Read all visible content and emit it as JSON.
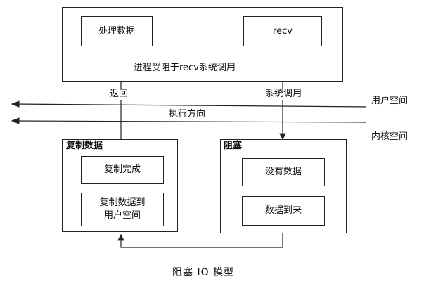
{
  "user_process": {
    "box_handle": "处理数据",
    "box_recv": "recv",
    "label_blocked": "进程受阻于recv系统调用"
  },
  "arrows": {
    "return_label": "返回",
    "syscall_label": "系统调用",
    "exec_direction": "执行方向"
  },
  "spaces": {
    "user_space": "用户空间",
    "kernel_space": "内核空间"
  },
  "copy_group": {
    "title": "复制数据",
    "box_done": "复制完成",
    "box_copy_line1": "复制数据到",
    "box_copy_line2": "用户空间"
  },
  "block_group": {
    "title": "阻塞",
    "box_no_data": "没有数据",
    "box_data_arrives": "数据到来"
  },
  "caption": "阻塞 IO 模型"
}
